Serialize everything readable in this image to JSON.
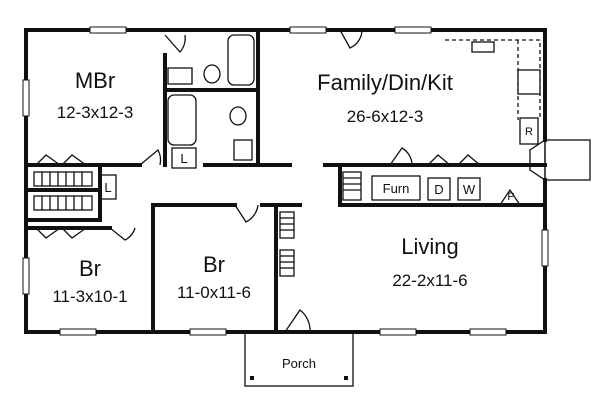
{
  "rooms": {
    "mbr": {
      "name": "MBr",
      "dims": "12-3x12-3"
    },
    "family": {
      "name": "Family/Din/Kit",
      "dims": "26-6x12-3"
    },
    "br_left": {
      "name": "Br",
      "dims": "11-3x10-1"
    },
    "br_mid": {
      "name": "Br",
      "dims": "11-0x11-6"
    },
    "living": {
      "name": "Living",
      "dims": "22-2x11-6"
    },
    "porch": {
      "name": "Porch"
    }
  },
  "fixtures": {
    "linen_left": "L",
    "linen_bath": "L",
    "furnace": "Furn",
    "dryer": "D",
    "washer": "W",
    "pantry": "P",
    "range": "R"
  }
}
